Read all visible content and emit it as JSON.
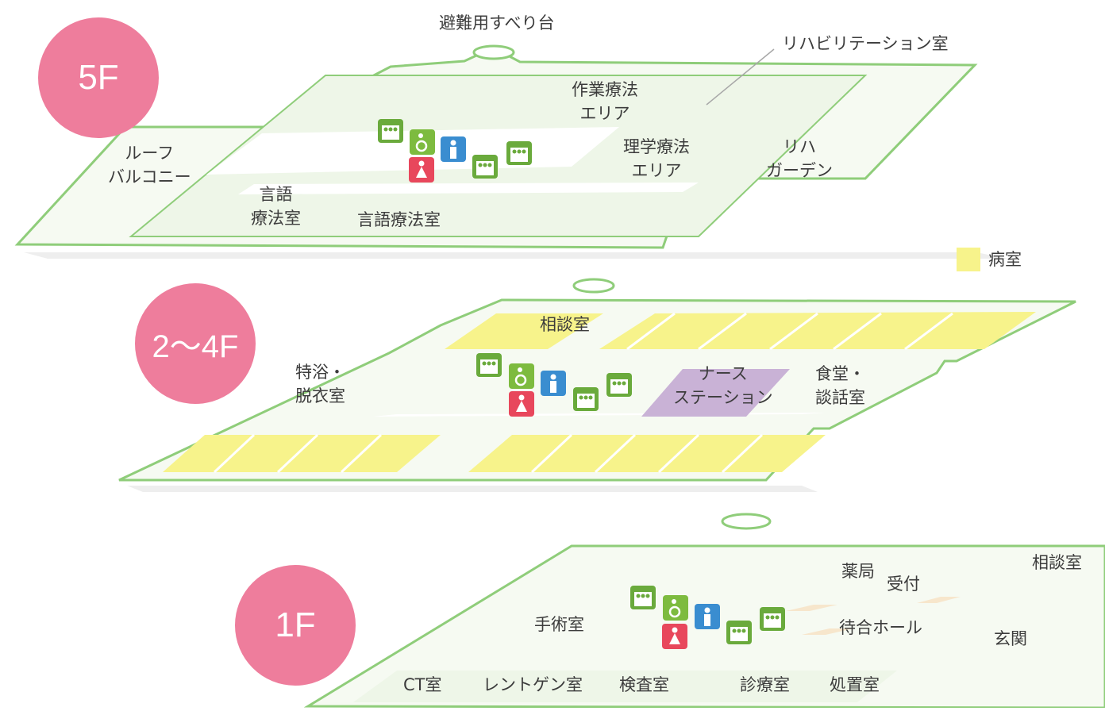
{
  "floors": {
    "f5": {
      "badge": "5F",
      "labels": {
        "slide": "避難用すべり台",
        "rehab_room": "リハビリテーション室",
        "ot_area": "作業療法\nエリア",
        "pt_area": "理学療法\nエリア",
        "roof_balcony": "ルーフ\nバルコニー",
        "rehab_garden": "リハ\nガーデン",
        "speech_room_a": "言語\n療法室",
        "speech_room_b": "言語療法室"
      }
    },
    "f2_4": {
      "badge": "2〜4F",
      "labels": {
        "consult": "相談室",
        "bath": "特浴・\n脱衣室",
        "nurse": "ナース\nステーション",
        "dining": "食堂・\n談話室"
      }
    },
    "f1": {
      "badge": "1F",
      "labels": {
        "pharmacy": "薬局",
        "reception": "受付",
        "consult": "相談室",
        "surgery": "手術室",
        "waiting": "待合ホール",
        "entrance": "玄関",
        "ct": "CT室",
        "xray": "レントゲン室",
        "exam": "検査室",
        "clinic": "診療室",
        "treatment": "処置室"
      }
    }
  },
  "legend": {
    "ward_label": "病室",
    "ward_color": "#f7f38b"
  },
  "icons": [
    "elevator-icon",
    "wheelchair-toilet-icon",
    "mens-toilet-icon",
    "womens-toilet-icon",
    "slide-icon"
  ],
  "colors": {
    "badge": "#ee7d9c",
    "outline": "#8fcd7a",
    "floor_fill": "#f3f8ee",
    "corridor": "#ffffff",
    "room_light": "#ecf4e5",
    "nurse_station": "#c9b2d6",
    "wc_blue": "#3a8dd0",
    "wc_red": "#e8475c",
    "wc_green": "#7dbb3f",
    "elevator": "#6aaa3c",
    "beige": "#f7e6cc"
  }
}
